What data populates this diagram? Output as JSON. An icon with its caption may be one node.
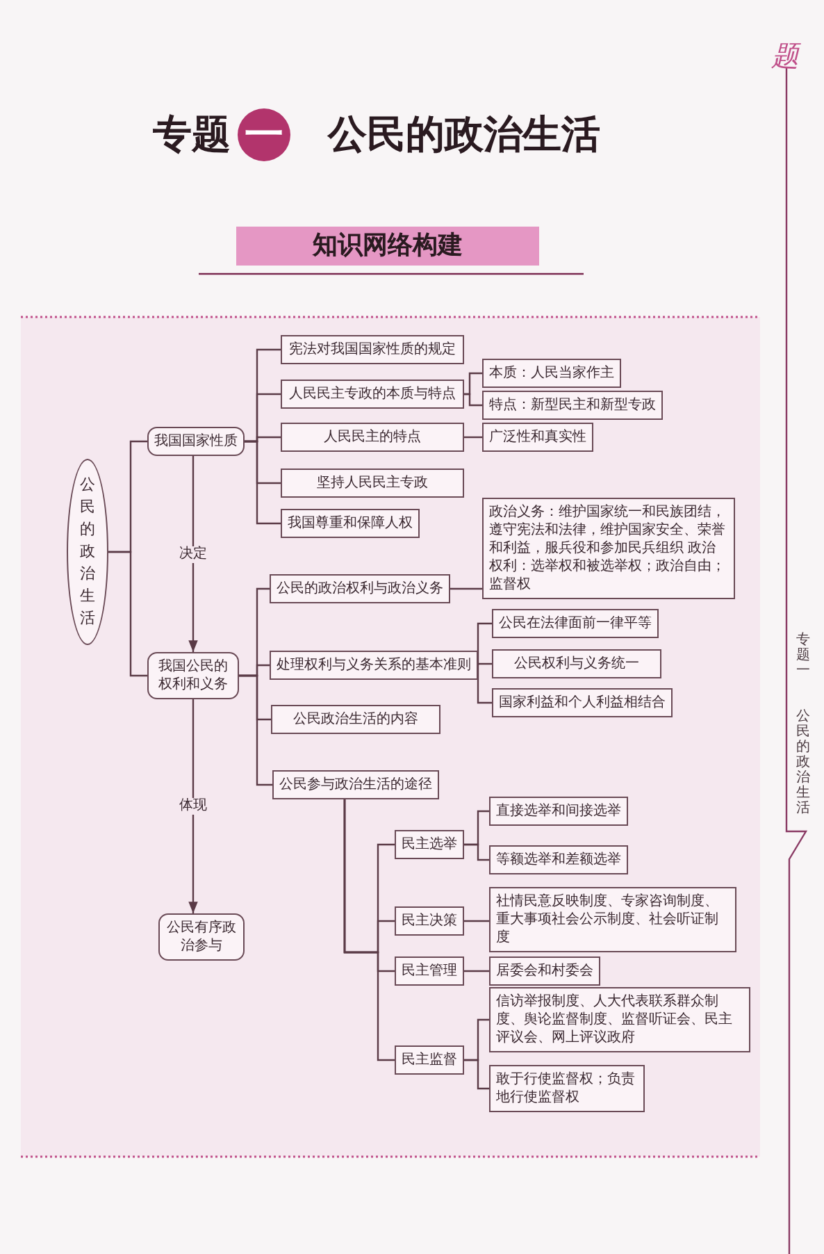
{
  "diagram": {
    "nodes": [
      {
        "text": [
          "公民的政治生活"
        ]
      },
      {
        "text": [
          "我国国家性质"
        ]
      },
      {
        "text": [
          "宪法对我国国家性质的规定"
        ]
      },
      {
        "text": [
          "人民民主专政的本质与特点"
        ]
      },
      {
        "text": [
          "本质：人民当家作主"
        ]
      },
      {
        "text": [
          "特点：新型民主和新型专政"
        ]
      },
      {
        "text": [
          "人民民主的特点"
        ]
      },
      {
        "text": [
          "广泛性和真实性"
        ]
      },
      {
        "text": [
          "坚持人民民主专政"
        ]
      },
      {
        "text": [
          "我国尊重和保障人权"
        ]
      },
      {
        "text": [
          "我国公民的权利和义务"
        ]
      },
      {
        "text": [
          "公民的政治权利与政治义务"
        ]
      },
      {
        "text": [
          "政治义务：维护国家统一和民族团结，遵守宪法和法律，维护国家安全、荣誉和利益，服兵役和参加民兵组织 政治权利：选举权和被选举权；政治自由；监督权"
        ]
      },
      {
        "text": [
          "公民在法律面前一律平等"
        ]
      },
      {
        "text": [
          "处理权利与义务关系的基本准则"
        ]
      },
      {
        "text": [
          "公民权利与义务统一"
        ]
      },
      {
        "text": [
          "国家利益和个人利益相结合"
        ]
      },
      {
        "text": [
          "公民政治生活的内容"
        ]
      },
      {
        "text": [
          "公民参与政治生活的途径"
        ]
      },
      {
        "text": [
          "民主选举"
        ]
      },
      {
        "text": [
          "直接选举和间接选举"
        ]
      },
      {
        "text": [
          "等额选举和差额选举"
        ]
      },
      {
        "text": [
          "民主决策"
        ]
      },
      {
        "text": [
          "社情民意反映制度、专家咨询制度、重大事项社会公示制度、社会听证制度"
        ]
      },
      {
        "text": [
          "民主管理"
        ]
      },
      {
        "text": [
          "居委会和村委会"
        ]
      },
      {
        "text": [
          "民主监督"
        ]
      },
      {
        "text": [
          "信访举报制度、人大代表联系群众制度、舆论监督制度、监督听证会、民主评议会、网上评议政府"
        ]
      },
      {
        "text": [
          "敢于行使监督权；负责地行使监督权"
        ]
      },
      {
        "text": [
          "公民有序政治参与"
        ]
      }
    ],
    "edges": [
      {
        "from": 0,
        "to": 1,
        "arrow": "none"
      },
      {
        "from": 0,
        "to": 10,
        "arrow": "none"
      },
      {
        "from": 1,
        "to": 2,
        "arrow": "none"
      },
      {
        "from": 1,
        "to": 3,
        "arrow": "none"
      },
      {
        "from": 1,
        "to": 6,
        "arrow": "none"
      },
      {
        "from": 1,
        "to": 8,
        "arrow": "none"
      },
      {
        "from": 1,
        "to": 9,
        "arrow": "none"
      },
      {
        "from": 3,
        "to": 4,
        "arrow": "none"
      },
      {
        "from": 3,
        "to": 5,
        "arrow": "none"
      },
      {
        "from": 6,
        "to": 7,
        "arrow": "none"
      },
      {
        "from": 1,
        "to": 10,
        "arrow": "to",
        "label": "决定"
      },
      {
        "from": 10,
        "to": 11,
        "arrow": "none"
      },
      {
        "from": 10,
        "to": 14,
        "arrow": "none"
      },
      {
        "from": 10,
        "to": 17,
        "arrow": "none"
      },
      {
        "from": 10,
        "to": 18,
        "arrow": "none"
      },
      {
        "from": 11,
        "to": 12,
        "arrow": "none"
      },
      {
        "from": 14,
        "to": 13,
        "arrow": "none"
      },
      {
        "from": 14,
        "to": 15,
        "arrow": "none"
      },
      {
        "from": 14,
        "to": 16,
        "arrow": "none"
      },
      {
        "from": 18,
        "to": 19,
        "arrow": "none"
      },
      {
        "from": 18,
        "to": 22,
        "arrow": "none"
      },
      {
        "from": 18,
        "to": 24,
        "arrow": "none"
      },
      {
        "from": 18,
        "to": 26,
        "arrow": "none"
      },
      {
        "from": 19,
        "to": 20,
        "arrow": "none"
      },
      {
        "from": 19,
        "to": 21,
        "arrow": "none"
      },
      {
        "from": 22,
        "to": 23,
        "arrow": "none"
      },
      {
        "from": 24,
        "to": 25,
        "arrow": "none"
      },
      {
        "from": 26,
        "to": 27,
        "arrow": "none"
      },
      {
        "from": 26,
        "to": 28,
        "arrow": "none"
      },
      {
        "from": 10,
        "to": 29,
        "arrow": "to",
        "label": "体现"
      }
    ],
    "labels": [
      "专题",
      "一",
      "公民的政治生活",
      "知识网络构建",
      "题",
      "专题一",
      "公民的政治生活"
    ]
  }
}
